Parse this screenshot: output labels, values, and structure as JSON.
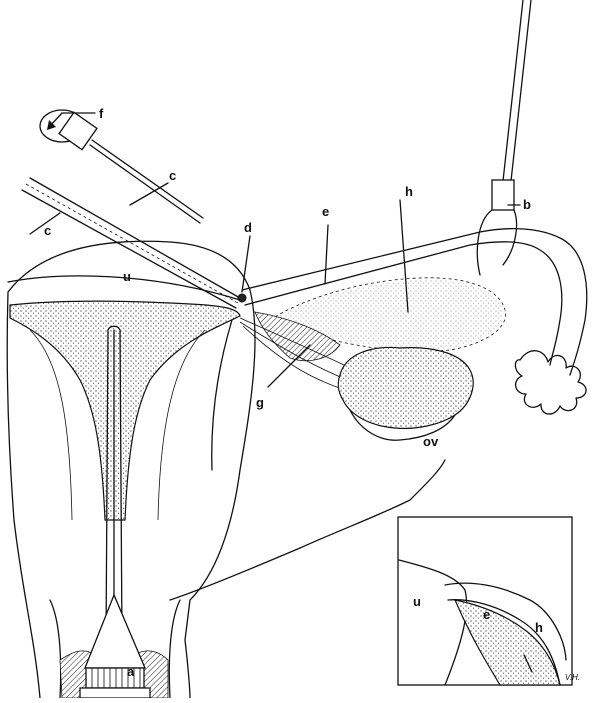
{
  "labels": {
    "a": "a",
    "b": "b",
    "c_upper": "c",
    "c_lower": "c",
    "d": "d",
    "e": "e",
    "f": "f",
    "g": "g",
    "h": "h",
    "u": "u",
    "ov": "ov"
  },
  "inset": {
    "u": "u",
    "e": "e",
    "h": "h"
  },
  "signature": "V.H."
}
